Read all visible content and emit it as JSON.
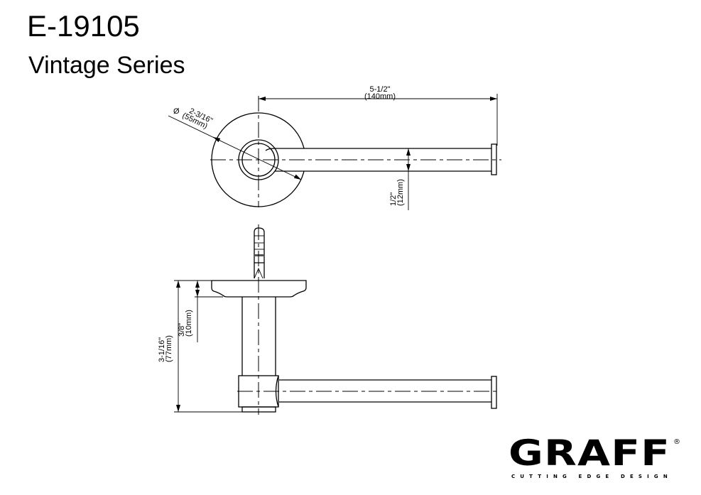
{
  "header": {
    "model": "E-19105",
    "series": "Vintage Series"
  },
  "dimensions": {
    "length_in": "5-1/2\"",
    "length_mm": "(140mm)",
    "diameter_symbol": "Ø",
    "diameter_in": "2-3/16\"",
    "diameter_mm": "(55mm)",
    "bar_in": "1/2\"",
    "bar_mm": "(12mm)",
    "projection_in": "3-1/16\"",
    "projection_mm": "(77mm)",
    "flange_in": "3/8\"",
    "flange_mm": "(10mm)"
  },
  "logo": {
    "brand": "GRAFF",
    "registered": "®",
    "tagline": "CUTTING EDGE DESIGN"
  }
}
